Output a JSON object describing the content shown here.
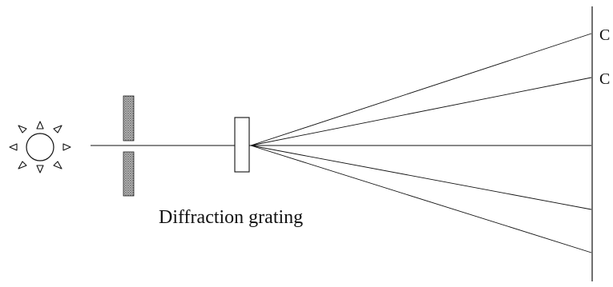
{
  "labels": {
    "grating": "Diffraction grating",
    "screen_upper_1": "C",
    "screen_upper_2": "C"
  },
  "colors": {
    "ink": "#111111",
    "slit_fill": "#8a8a8a",
    "background": "#ffffff"
  },
  "elements": {
    "light_source": "sun-icon",
    "slit_barrier": "double-slit",
    "grating": "grating-rect",
    "screen": "screen-line"
  }
}
